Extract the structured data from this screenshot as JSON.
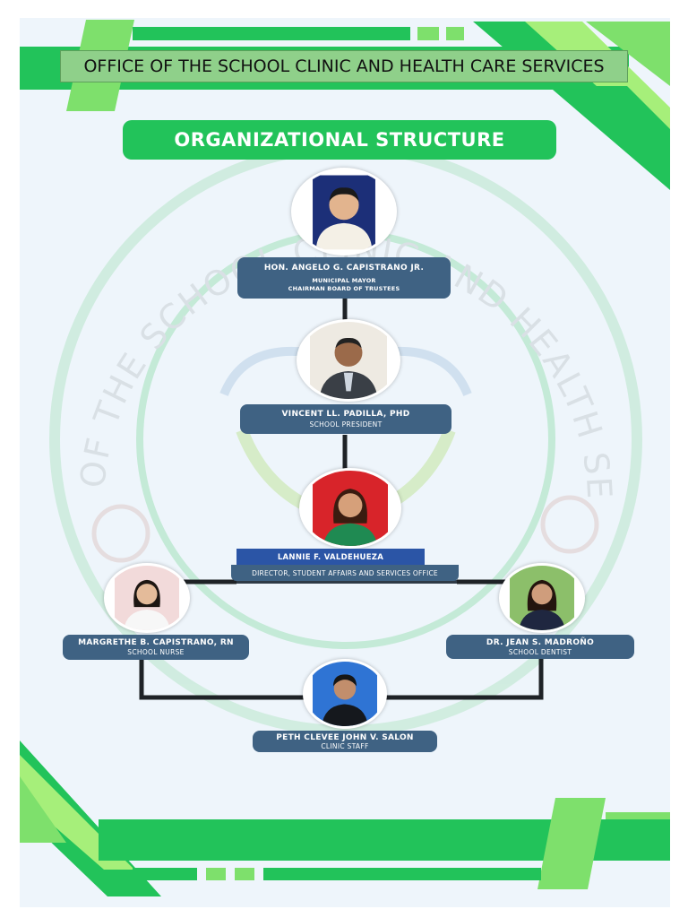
{
  "header": {
    "title": "OFFICE OF THE SCHOOL CLINIC AND HEALTH CARE SERVICES"
  },
  "title": "ORGANIZATIONAL STRUCTURE",
  "watermark": {
    "text": "OFFICE OF THE SCHOOL CLINIC AND HEALTH SERVICES"
  },
  "members": {
    "mayor": {
      "name": "HON. ANGELO G. CAPISTRANO JR.",
      "role_line1": "MUNICIPAL MAYOR",
      "role_line2": "CHAIRMAN BOARD OF TRUSTEES"
    },
    "president": {
      "name": "VINCENT LL. PADILLA, PHD",
      "role": "SCHOOL PRESIDENT"
    },
    "director": {
      "name": "LANNIE F. VALDEHUEZA",
      "role": "DIRECTOR, STUDENT AFFAIRS AND SERVICES OFFICE"
    },
    "nurse": {
      "name": "MARGRETHE B. CAPISTRANO, RN",
      "role": "SCHOOL NURSE"
    },
    "dentist": {
      "name": "DR. JEAN S. MADROÑO",
      "role": "SCHOOL DENTIST"
    },
    "staff": {
      "name": "PETH CLEVEE JOHN V. SALON",
      "role": "CLINIC STAFF"
    }
  },
  "colors": {
    "green": "#22c35a",
    "light_green": "#7ee06c",
    "navy": "#3f6283",
    "background": "#eef5fb"
  }
}
